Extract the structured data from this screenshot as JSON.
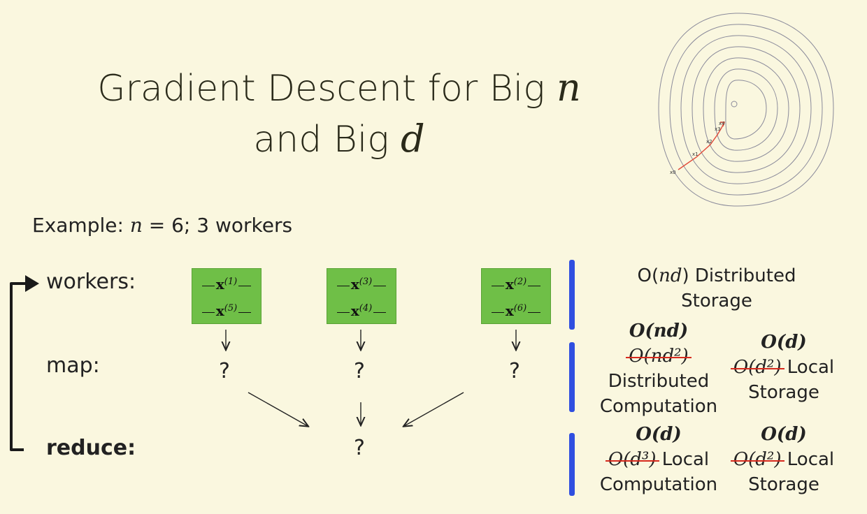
{
  "title": {
    "line1_prefix": "Gradient Descent for Big ",
    "var_n": "n",
    "line2_prefix": "and Big ",
    "var_d": "d"
  },
  "example": {
    "prefix": "Example: ",
    "var": "n",
    "suffix": " = 6; 3 workers"
  },
  "rows": {
    "workers": "workers:",
    "map": "map:",
    "reduce": "reduce:"
  },
  "workers": [
    {
      "top_sup": "(1)",
      "bottom_sup": "(5)"
    },
    {
      "top_sup": "(3)",
      "bottom_sup": "(4)"
    },
    {
      "top_sup": "(2)",
      "bottom_sup": "(6)"
    }
  ],
  "x_symbol": "x",
  "question_mark": "?",
  "complexity": {
    "workers_note": {
      "o": "O(",
      "var": "nd",
      "rest": ") Distributed",
      "line2": "Storage"
    },
    "map_left": {
      "new": "O(nd)",
      "old": "O(nd²)",
      "line3": "Distributed",
      "line4": "Computation"
    },
    "map_right": {
      "new": "O(d)",
      "old": "O(d²)",
      "suffix": " Local",
      "line3": "Storage"
    },
    "reduce_left": {
      "new": "O(d)",
      "old": "O(d³)",
      "suffix": " Local",
      "line3": "Computation"
    },
    "reduce_right": {
      "new": "O(d)",
      "old": "O(d²)",
      "suffix": " Local",
      "line3": "Storage"
    }
  },
  "contour_labels": [
    "x0",
    "x1",
    "x2",
    "x3",
    "x4"
  ],
  "colors": {
    "background": "#faf7df",
    "worker_box": "#6fbf47",
    "divider": "#2f4fe0",
    "strike": "#d62a1e",
    "arrow": "#e04a3a"
  }
}
